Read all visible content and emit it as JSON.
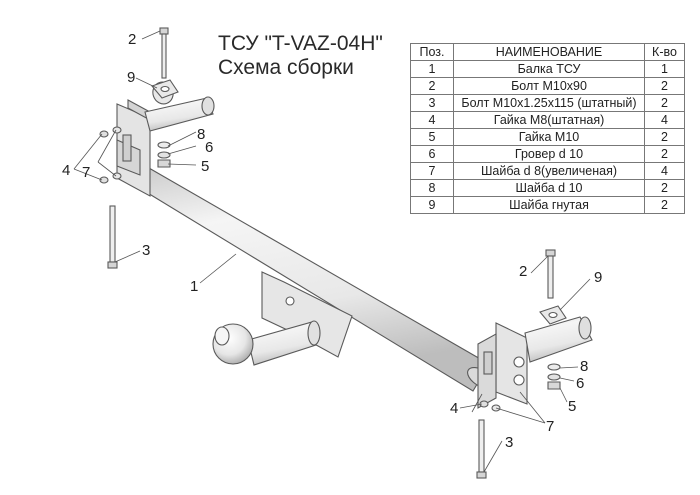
{
  "title": {
    "line1": "ТСУ \"T-VAZ-04H\"",
    "line2": "Схема сборки"
  },
  "parts_table": {
    "headers": [
      "Поз.",
      "НАИМЕНОВАНИЕ",
      "К-во"
    ],
    "rows": [
      [
        "1",
        "Балка ТСУ",
        "1"
      ],
      [
        "2",
        "Болт М10х90",
        "2"
      ],
      [
        "3",
        "Болт М10х1.25х115 (штатный)",
        "2"
      ],
      [
        "4",
        "Гайка  М8(штатная)",
        "4"
      ],
      [
        "5",
        "Гайка  М10",
        "2"
      ],
      [
        "6",
        "Гровер d 10",
        "2"
      ],
      [
        "7",
        "Шайба d 8(увеличеная)",
        "4"
      ],
      [
        "8",
        "Шайба d 10",
        "2"
      ],
      [
        "9",
        "Шайба гнутая",
        "2"
      ]
    ]
  },
  "callouts": {
    "c1": "1",
    "left_2": "2",
    "left_9": "9",
    "left_8": "8",
    "left_6": "6",
    "left_5": "5",
    "left_4": "4",
    "left_7": "7",
    "left_3": "3",
    "right_2": "2",
    "right_9": "9",
    "right_8": "8",
    "right_6": "6",
    "right_5": "5",
    "right_4": "4",
    "right_7": "7",
    "right_3": "3"
  },
  "colors": {
    "line": "#5a5a5a",
    "metal_light": "#f2f2f2",
    "metal_mid": "#d9d9d9",
    "metal_dark": "#b8b8b8"
  }
}
